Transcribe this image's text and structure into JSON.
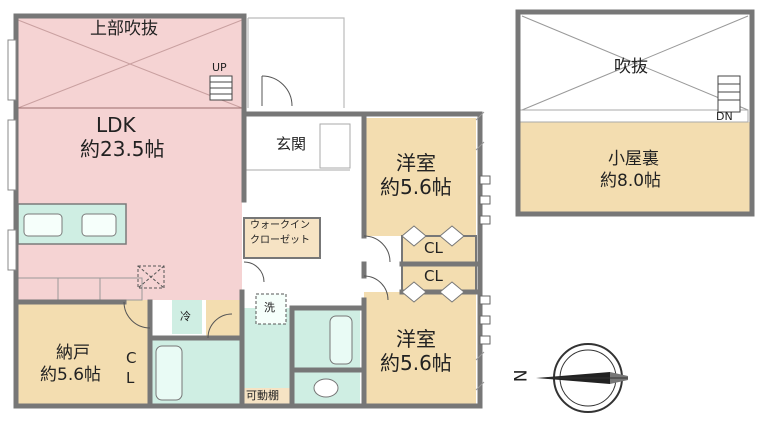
{
  "colors": {
    "ldk": "#f5d3d3",
    "room": "#f3ddb0",
    "wet": "#cfeee3",
    "floor": "#ffffff",
    "wall": "#7a7a7a",
    "closet": "#f6e3c4"
  },
  "rooms": {
    "upper_void": "上部吹抜",
    "up": "UP",
    "ldk_name": "LDK",
    "ldk_size": "約23.5帖",
    "entrance": "玄関",
    "walkin_line1": "ウォークイン",
    "walkin_line2": "クローゼット",
    "western1_name": "洋室",
    "western1_size": "約5.6帖",
    "western2_name": "洋室",
    "western2_size": "約5.6帖",
    "cl_top": "CL",
    "cl_bottom": "CL",
    "storage_name": "納戸",
    "storage_size": "約5.6帖",
    "storage_cl_c": "C",
    "storage_cl_l": "L",
    "fridge": "冷",
    "washer": "洗",
    "shelf": "可動棚",
    "void": "吹抜",
    "dn": "DN",
    "loft_name": "小屋裏",
    "loft_size": "約8.0帖"
  },
  "compass": {
    "north": "N"
  }
}
